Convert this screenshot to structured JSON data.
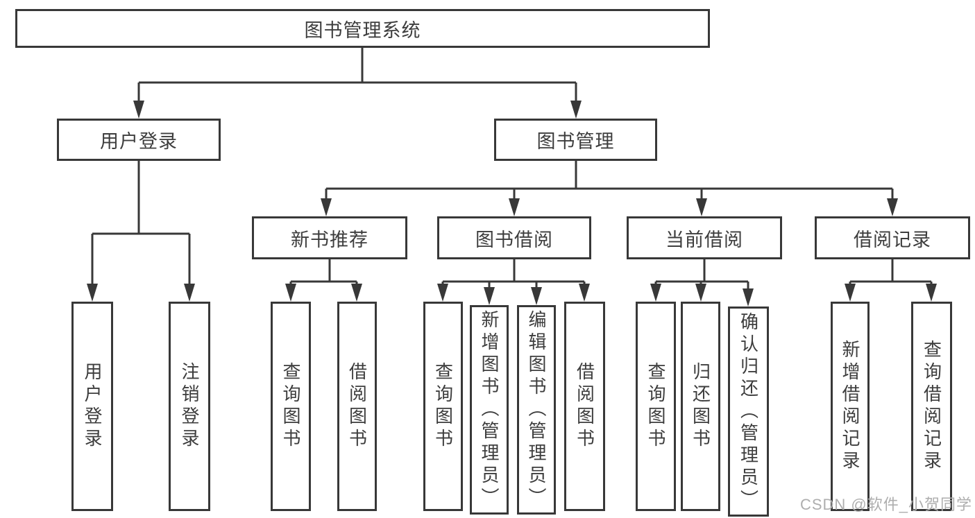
{
  "diagram": {
    "tree": {
      "label": "图书管理系统",
      "children": [
        {
          "label": "用户登录",
          "children": [
            {
              "label": "用户登录"
            },
            {
              "label": "注销登录"
            }
          ]
        },
        {
          "label": "图书管理",
          "children": [
            {
              "label": "新书推荐",
              "children": [
                {
                  "label": "查询图书"
                },
                {
                  "label": "借阅图书"
                }
              ]
            },
            {
              "label": "图书借阅",
              "children": [
                {
                  "label": "查询图书"
                },
                {
                  "label": "新增图书（管理员）"
                },
                {
                  "label": "编辑图书（管理员）"
                },
                {
                  "label": "借阅图书"
                }
              ]
            },
            {
              "label": "当前借阅",
              "children": [
                {
                  "label": "查询图书"
                },
                {
                  "label": "归还图书"
                },
                {
                  "label": "确认归还（管理员）"
                }
              ]
            },
            {
              "label": "借阅记录",
              "children": [
                {
                  "label": "新增借阅记录"
                },
                {
                  "label": "查询借阅记录"
                }
              ]
            }
          ]
        }
      ]
    },
    "colors": {
      "line": "#383838",
      "box_border": "#383838",
      "text": "#3d3d3d",
      "watermark": "#aeaeae",
      "background": "#ffffff"
    }
  },
  "watermark": "CSDN @软件_小贺同学"
}
